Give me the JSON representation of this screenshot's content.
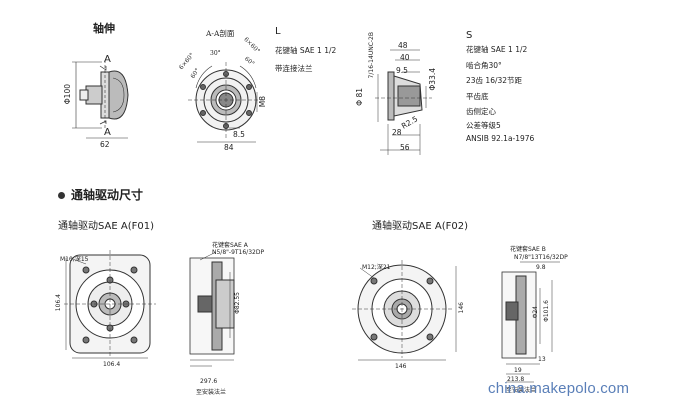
{
  "top": {
    "section_label": "轴伸",
    "section_a_label": "A",
    "section_a_bottom_label": "A",
    "dims_left": {
      "dia": "Φ100",
      "width": "62"
    },
    "aa_section": {
      "title": "A-A剖面",
      "angles": [
        "6×60°",
        "6×60°",
        "60°",
        "60°",
        "30°"
      ],
      "dims": [
        "8.5",
        "84",
        "M8"
      ]
    },
    "L_block": {
      "letter": "L",
      "line1": "花键轴 SAE 1 1/2",
      "line2": "带连接法兰"
    },
    "right_dims": {
      "vertical": "7/16-14UNC-2B",
      "dia81": "Φ 81",
      "top": [
        "48",
        "40",
        "9.5"
      ],
      "dia33": "Φ33.4",
      "radius": "R2.5",
      "bottom": [
        "28",
        "56"
      ]
    },
    "S_block": {
      "letter": "S",
      "lines": [
        "花键轴  SAE 1 1/2",
        "啮合角30°",
        "23齿  16/32节距",
        "平齿底",
        "齿侧定心",
        "公差等级5",
        "ANSIB 92.1a-1976"
      ]
    }
  },
  "section_heading": "通轴驱动尺寸",
  "f01": {
    "title": "通轴驱动SAE A(F01)",
    "thread_note": "M10;深15",
    "dim_height": "106.4",
    "dim_width": "106.4",
    "spline_title": "花键套SAE A",
    "spline_spec": "N5/8\"-9T16/32DP",
    "dia": "Φ82.55",
    "length": "297.6",
    "length_note": "至安装法兰"
  },
  "f02": {
    "title": "通轴驱动SAE A(F02)",
    "thread_note": "M12;深21",
    "dim_height": "146",
    "dim_width": "146",
    "spline_title": "花键套SAE B",
    "spline_spec": "N7/8\"13T16/32DP",
    "dims": [
      "9.8",
      "Φ24",
      "Φ101.6",
      "13",
      "19",
      "213.8"
    ],
    "length_note": "至安装法兰"
  },
  "watermark": "china.makepolo.com"
}
